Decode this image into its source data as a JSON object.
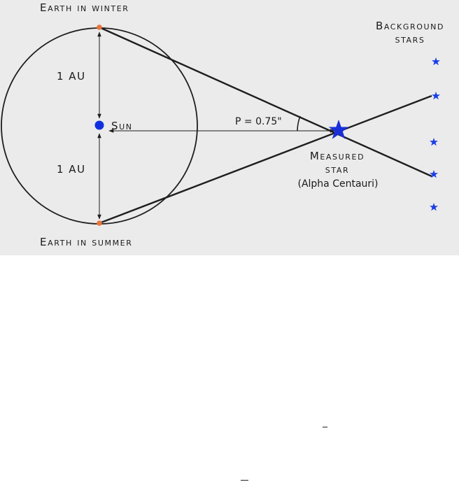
{
  "diagram": {
    "labels": {
      "earth_winter": "Earth in winter",
      "earth_summer": "Earth in summer",
      "background_stars_line1": "Background",
      "background_stars_line2": "stars",
      "sun": "Sun",
      "au_top": "1 AU",
      "au_bottom": "1 AU",
      "parallax": "P = 0.75\"",
      "measured_line1": "Measured",
      "measured_line2": "star",
      "measured_line3": "(Alpha Centauri)"
    },
    "colors": {
      "panel_background": "#ebebeb",
      "line": "#1e1e1e",
      "sun": "#1030e0",
      "earth_position": "#e8763a",
      "measured_star": "#1a2ed8",
      "background_star": "#1a3ee6"
    },
    "icons": {
      "measured_star": "star-icon",
      "background_star": "star-icon",
      "sun": "filled-circle",
      "earth": "filled-circle"
    }
  }
}
